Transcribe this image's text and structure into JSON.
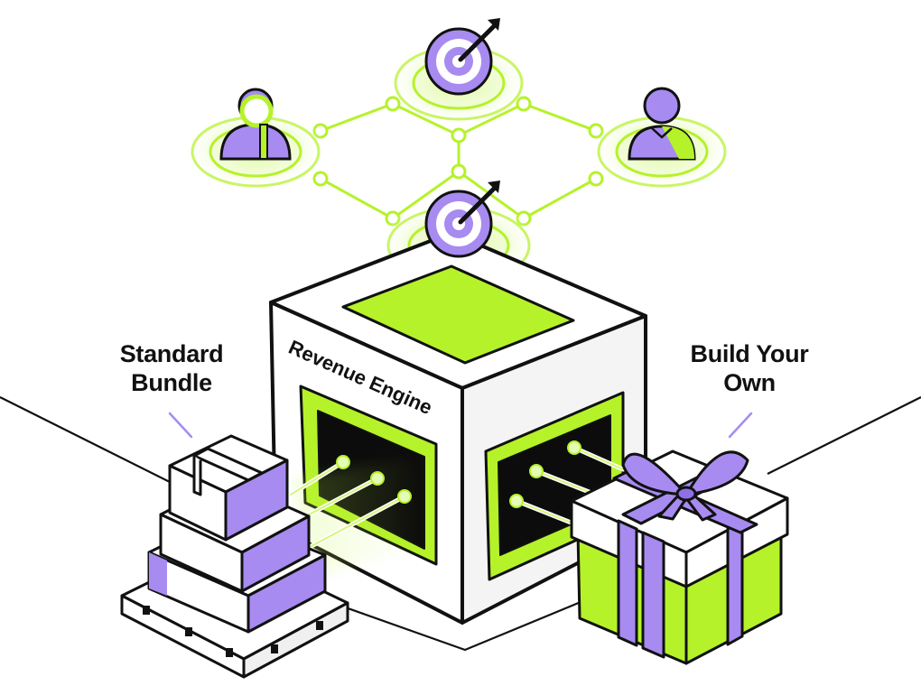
{
  "labels": {
    "standard_bundle": {
      "line1": "Standard",
      "line2": "Bundle"
    },
    "build_your_own": {
      "line1": "Build Your",
      "line2": "Own"
    },
    "engine": "Revenue Engine"
  },
  "icons": {
    "network_nodes": [
      "target-icon",
      "person-search-icon",
      "customer-icon",
      "target-icon"
    ],
    "left_item": "stacked-boxes-icon",
    "right_item": "gift-box-icon"
  },
  "colors": {
    "lime": "#b5f22a",
    "lime_glow": "#e6fbb5",
    "purple": "#a78bf0",
    "purple_light": "#d8ccfa",
    "outline": "#111111",
    "dark": "#0c0c0c"
  }
}
